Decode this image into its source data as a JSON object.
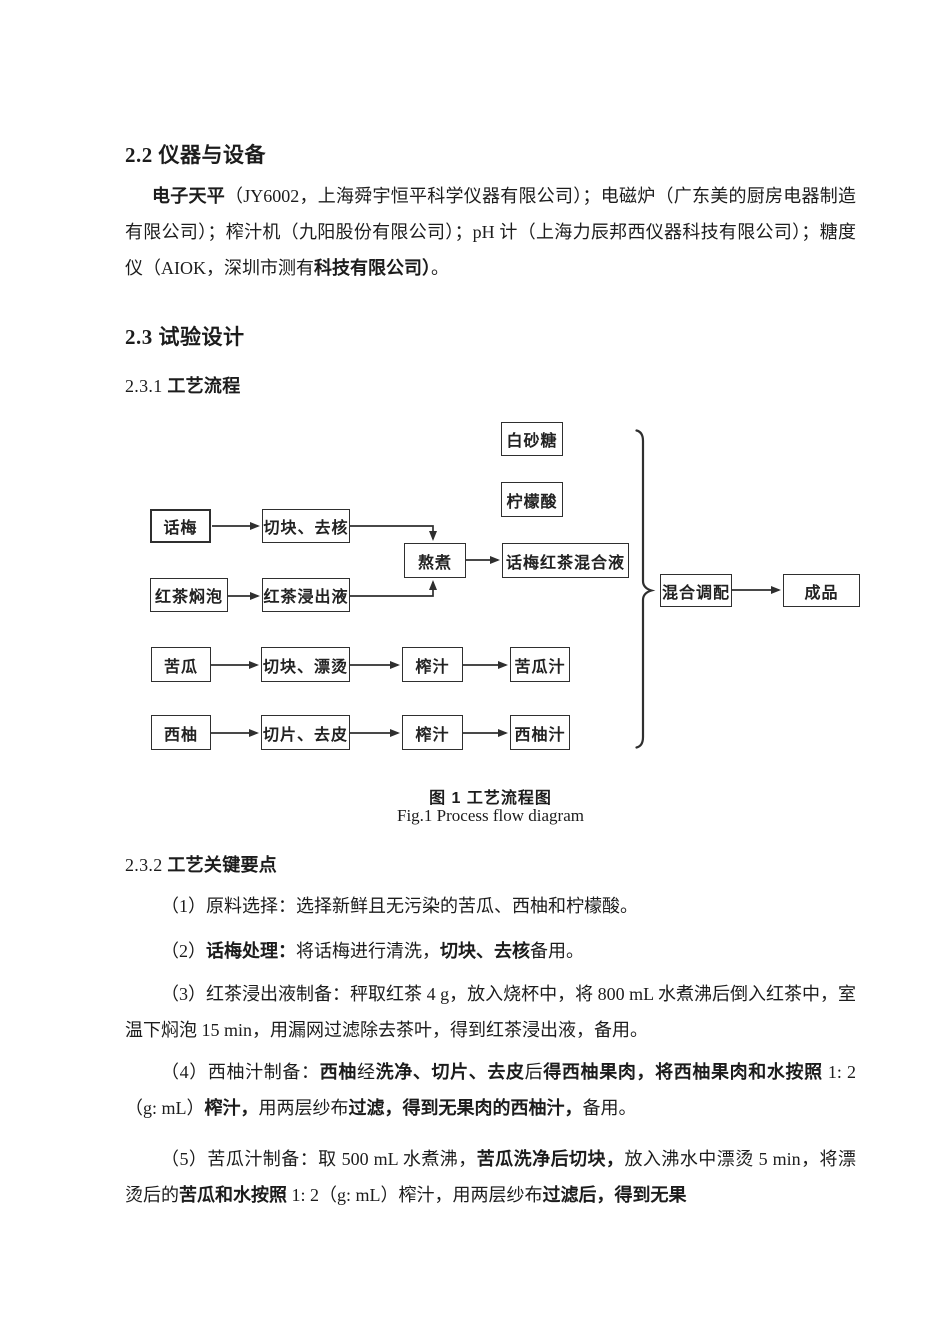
{
  "page": {
    "background": "#ffffff",
    "text_color": "#1c1c1c",
    "line_color": "#2f2f2f"
  },
  "sections": {
    "s22": {
      "heading": "2.2 仪器与设备",
      "paragraph": [
        {
          "t": "电子天平",
          "b": true
        },
        {
          "t": "（JY6002，上海舜宇恒平科学仪器有限公司）；电磁炉（广东美的厨房电器制造有限公司）；榨汁机（九阳股份有限公司）；pH 计（上海力辰邦西仪器科技有限公司）；糖度仪（AIOK，深圳市测有",
          "b": false
        },
        {
          "t": "科技有限公司）",
          "b": true
        },
        {
          "t": "。",
          "b": false
        }
      ]
    },
    "s23": {
      "heading": "2.3 试验设计"
    },
    "s231": {
      "heading": [
        {
          "t": "2.3.1  ",
          "b": false
        },
        {
          "t": "工艺流程",
          "b": true
        }
      ]
    },
    "s232": {
      "heading": [
        {
          "t": "2.3.2  ",
          "b": false
        },
        {
          "t": "工艺关键要点",
          "b": true
        }
      ]
    },
    "items": [
      [
        {
          "t": "（1）原料选择：选择新鲜且无污染的苦瓜、西柚和柠檬酸。",
          "b": false
        }
      ],
      [
        {
          "t": "（2）",
          "b": false
        },
        {
          "t": "话梅处理：",
          "b": true
        },
        {
          "t": "将话梅进行清洗，",
          "b": false
        },
        {
          "t": "切块、去核",
          "b": true
        },
        {
          "t": "备用。",
          "b": false
        }
      ],
      [
        {
          "t": "（3）红茶浸出液制备：秤取红茶 4 g，放入烧杯中，将 800 mL 水煮沸后倒入红茶中，室温下焖泡 15 min，用漏网过滤除去茶叶，得到红茶浸出液，备用。",
          "b": false
        }
      ],
      [
        {
          "t": "（4）西柚汁制备：",
          "b": false
        },
        {
          "t": "西柚",
          "b": true
        },
        {
          "t": "经",
          "b": false
        },
        {
          "t": "洗净、切片、去皮",
          "b": true
        },
        {
          "t": "后",
          "b": false
        },
        {
          "t": "得西柚果肉，将西柚果肉和水按照",
          "b": true
        },
        {
          "t": " 1: 2（g: mL）",
          "b": false
        },
        {
          "t": "榨汁，",
          "b": true
        },
        {
          "t": "用两层纱布",
          "b": false
        },
        {
          "t": "过滤，得到无果肉的西柚汁，",
          "b": true
        },
        {
          "t": "备用。",
          "b": false
        }
      ],
      [
        {
          "t": "（5）苦瓜汁制备：取 500 mL 水煮沸，",
          "b": false
        },
        {
          "t": "苦瓜洗净后切块，",
          "b": true
        },
        {
          "t": "放入沸水中漂烫 5 min，将漂烫后的",
          "b": false
        },
        {
          "t": "苦瓜和水按照",
          "b": true
        },
        {
          "t": " 1: 2（g: mL）榨汁，用两层纱布",
          "b": false
        },
        {
          "t": "过滤后，得到无果",
          "b": true
        }
      ]
    ]
  },
  "figure": {
    "caption_cn": "图 1  工艺流程图",
    "caption_en": "Fig.1  Process flow diagram"
  },
  "flowchart": {
    "boxes": [
      {
        "id": "sugar",
        "label": "白砂糖"
      },
      {
        "id": "citric-acid",
        "label": "柠檬酸"
      },
      {
        "id": "preserved-plum",
        "label": "话梅"
      },
      {
        "id": "cut-and-pit",
        "label": "切块、去核"
      },
      {
        "id": "boil",
        "label": "熬煮"
      },
      {
        "id": "plum-black-tea-mix",
        "label": "话梅红茶混合液"
      },
      {
        "id": "black-tea-brew",
        "label": "红茶焖泡"
      },
      {
        "id": "black-tea-infusion",
        "label": "红茶浸出液"
      },
      {
        "id": "blend",
        "label": "混合调配"
      },
      {
        "id": "finished-product",
        "label": "成品"
      },
      {
        "id": "bitter-melon",
        "label": "苦瓜"
      },
      {
        "id": "cut-and-blanch",
        "label": "切块、漂烫"
      },
      {
        "id": "juicing-1",
        "label": "榨汁"
      },
      {
        "id": "bitter-melon-juice",
        "label": "苦瓜汁"
      },
      {
        "id": "grapefruit",
        "label": "西柚"
      },
      {
        "id": "slice-and-peel",
        "label": "切片、去皮"
      },
      {
        "id": "juicing-2",
        "label": "榨汁"
      },
      {
        "id": "grapefruit-juice",
        "label": "西柚汁"
      }
    ]
  }
}
